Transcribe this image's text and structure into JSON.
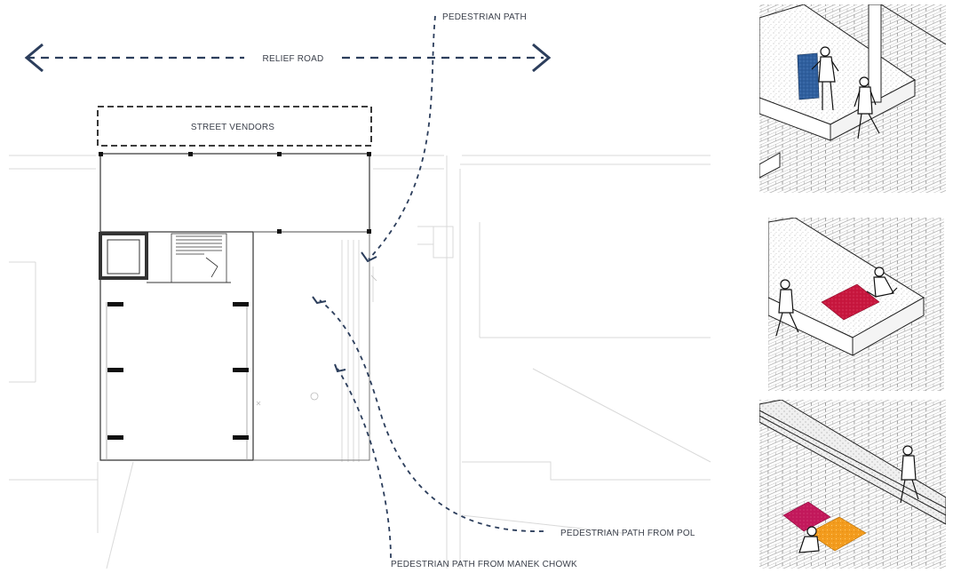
{
  "labels": {
    "relief_road": "RELIEF ROAD",
    "street_vendors": "STREET VENDORS",
    "pedestrian_path": "PEDESTRIAN PATH",
    "pedestrian_path_from_pol": "PEDESTRIAN PATH  FROM POL",
    "pedestrian_path_from_manek_chowk": "PEDESTRIAN PATH FROM MANEK CHOWK"
  },
  "colors": {
    "arrow": "#2c3e5c",
    "plan_line": "#222222",
    "faint_line": "#d6d6d6",
    "vendor_blue": "#2f5f9e",
    "mat_red": "#c8163e",
    "mat_magenta": "#c2185b",
    "mat_orange": "#f39c1e"
  },
  "vignettes": [
    {
      "name": "standing-vendor-vignette",
      "description_icon": "person-with-cloth-icon"
    },
    {
      "name": "sitting-vendor-on-plinth-vignette",
      "description_icon": "person-with-mat-icon"
    },
    {
      "name": "sitting-vendor-on-street-vignette",
      "description_icon": "person-with-mat-icon"
    }
  ]
}
